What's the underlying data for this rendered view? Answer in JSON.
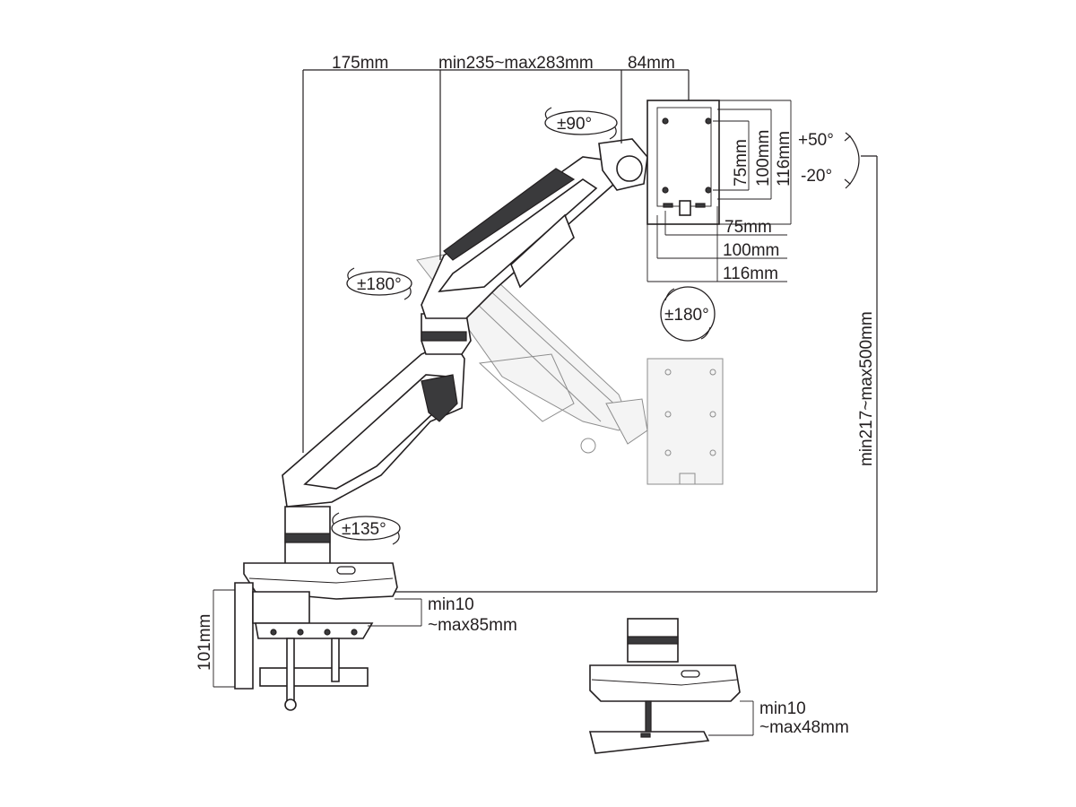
{
  "dimensions": {
    "arm_offset": "175mm",
    "arm_length": "min235~max283mm",
    "head_depth": "84mm",
    "vesa_v75": "75mm",
    "vesa_v100": "100mm",
    "vesa_v116": "116mm",
    "vesa_h75": "75mm",
    "vesa_h100": "100mm",
    "vesa_h116": "116mm",
    "height_range": "min217~max500mm",
    "clamp_height": "101mm",
    "clamp_range_line1": "min10",
    "clamp_range_line2": "~max85mm",
    "grommet_range_line1": "min10",
    "grommet_range_line2": "~max48mm"
  },
  "rotations": {
    "head_swivel": "±90°",
    "tilt_up": "+50°",
    "tilt_down": "-20°",
    "elbow_swivel": "±180°",
    "screen_rotation": "±180°",
    "base_swivel": "±135°"
  }
}
